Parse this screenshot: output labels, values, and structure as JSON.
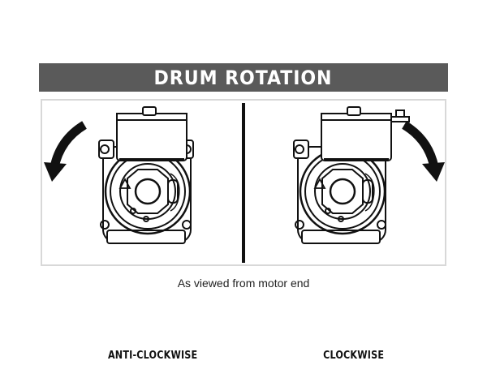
{
  "title": "DRUM ROTATION",
  "panels": [
    {
      "label": "ANTI-CLOCKWISE",
      "arrow_direction": "anti-clockwise"
    },
    {
      "label": "CLOCKWISE",
      "arrow_direction": "clockwise"
    }
  ],
  "caption": "As viewed from motor end",
  "colors": {
    "title_bar": "#5a5a5a",
    "line_art": "#111111",
    "frame": "#d8d8d8"
  }
}
